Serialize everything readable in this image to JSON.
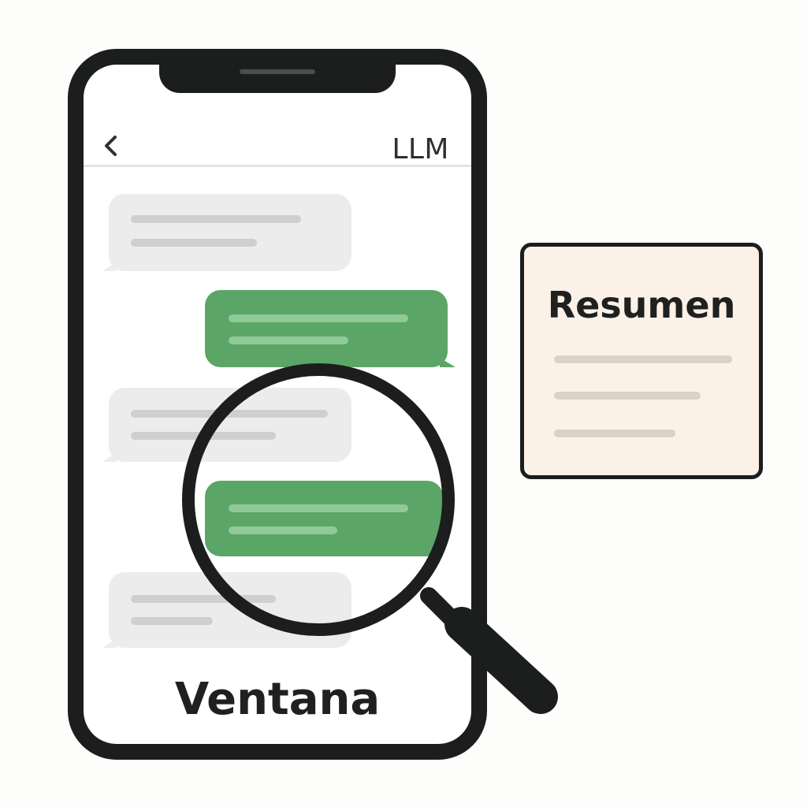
{
  "phone": {
    "header": {
      "back_icon": "chevron-left-icon",
      "title": "LLM"
    },
    "messages": [
      {
        "sender": "incoming"
      },
      {
        "sender": "outgoing"
      },
      {
        "sender": "incoming"
      },
      {
        "sender": "outgoing"
      },
      {
        "sender": "incoming"
      }
    ],
    "label": "Ventana"
  },
  "magnifier": {
    "icon": "magnifying-glass-icon"
  },
  "summary_card": {
    "title": "Resumen"
  },
  "colors": {
    "outgoing_bubble": "#5ba567",
    "incoming_bubble": "#ececec",
    "summary_background": "#fcf1e6",
    "outline": "#1b1e1d"
  }
}
